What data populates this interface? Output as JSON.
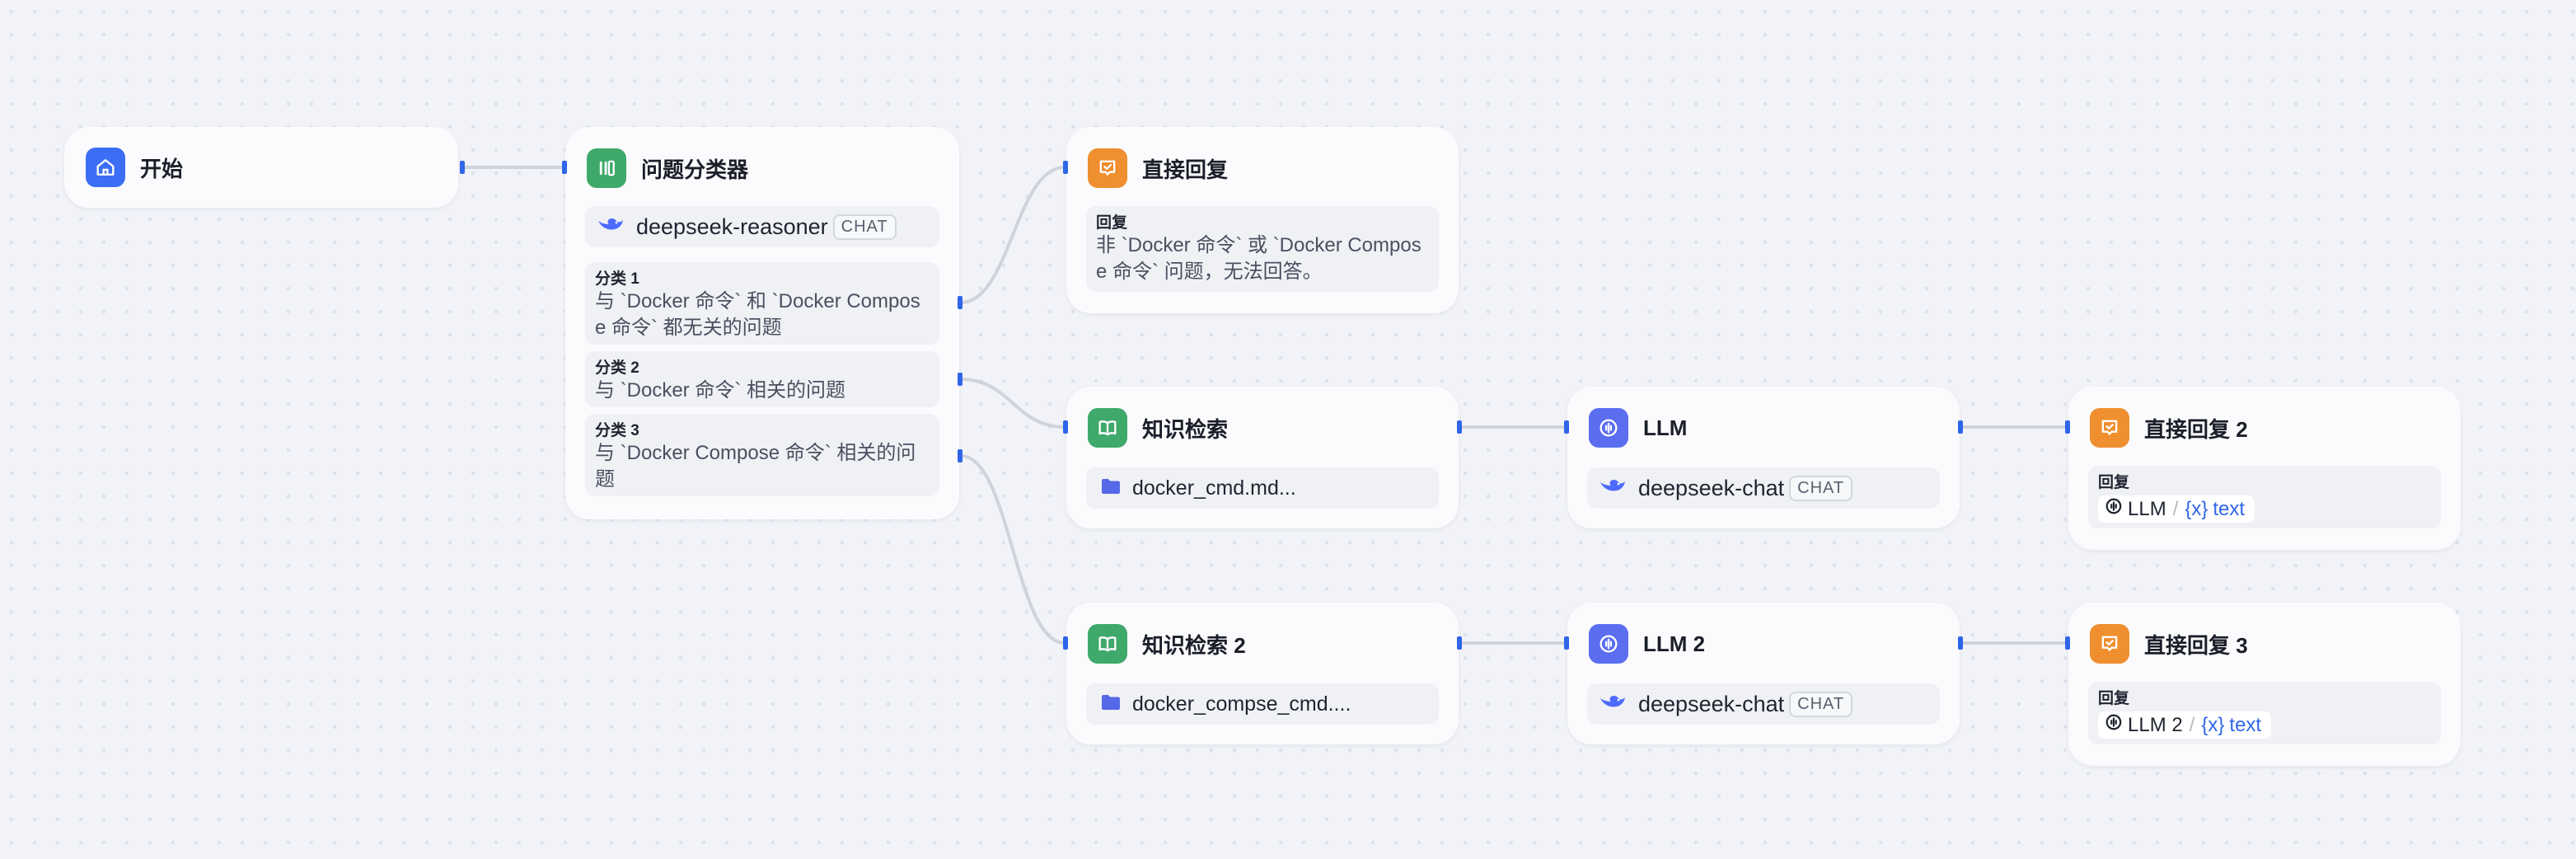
{
  "nodes": {
    "start": {
      "title": "开始",
      "color": "#3b6ef5",
      "icon": "home-icon"
    },
    "classifier": {
      "title": "问题分类器",
      "color": "#3fa96b",
      "icon": "classifier-icon",
      "model": "deepseek-reasoner",
      "model_badge": "CHAT",
      "classes": [
        {
          "label": "分类 1",
          "text": "与 `Docker 命令` 和 `Docker Compose 命令` 都无关的问题"
        },
        {
          "label": "分类 2",
          "text": "与 `Docker 命令` 相关的问题"
        },
        {
          "label": "分类 3",
          "text": "与 `Docker Compose 命令` 相关的问题"
        }
      ]
    },
    "reply1": {
      "title": "直接回复",
      "color": "#ef8f2f",
      "icon": "reply-icon",
      "reply_label": "回复",
      "reply_text": "非 `Docker 命令` 或 `Docker Compose 命令` 问题，无法回答。"
    },
    "kr1": {
      "title": "知识检索",
      "color": "#3fa96b",
      "icon": "book-icon",
      "dataset": "docker_cmd.md..."
    },
    "llm1": {
      "title": "LLM",
      "color": "#5b6ef0",
      "icon": "llm-icon",
      "model": "deepseek-chat",
      "model_badge": "CHAT"
    },
    "reply2": {
      "title": "直接回复 2",
      "color": "#ef8f2f",
      "icon": "reply-icon",
      "reply_label": "回复",
      "var_node": "LLM",
      "var_name": "text"
    },
    "kr2": {
      "title": "知识检索 2",
      "color": "#3fa96b",
      "icon": "book-icon",
      "dataset": "docker_compse_cmd...."
    },
    "llm2": {
      "title": "LLM 2",
      "color": "#5b6ef0",
      "icon": "llm-icon",
      "model": "deepseek-chat",
      "model_badge": "CHAT"
    },
    "reply3": {
      "title": "直接回复 3",
      "color": "#ef8f2f",
      "icon": "reply-icon",
      "reply_label": "回复",
      "var_node": "LLM 2",
      "var_name": "text"
    }
  },
  "var_separator": "/",
  "var_symbol": "{x}",
  "colors": {
    "handle": "#2f66e8",
    "edge": "#cfd3dc",
    "variable": "#2f66e8",
    "deepseek": "#4d6bfe"
  }
}
